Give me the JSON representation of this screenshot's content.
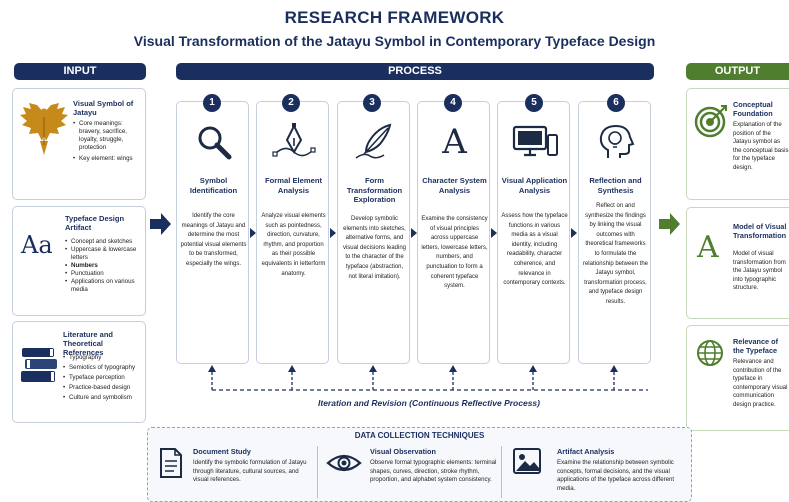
{
  "title": "RESEARCH FRAMEWORK",
  "subtitle": "Visual Transformation of the Jatayu Symbol in Contemporary Typeface Design",
  "sections": {
    "input": "INPUT",
    "process": "PROCESS",
    "output": "OUTPUT"
  },
  "colors": {
    "navy": "#1b2f5e",
    "green": "#4f7e2e",
    "gold": "#c68a1a"
  },
  "inputs": [
    {
      "title": "Visual Symbol of Jatayu",
      "icon": "eagle-icon",
      "bullets": [
        "Core meanings: bravery, sacrifice, loyalty, struggle, protection",
        "Key element: wings"
      ]
    },
    {
      "title": "Typeface Design Artifact",
      "icon": "aa-letter-icon",
      "icon_text": "Aa",
      "bullets": [
        "Concept and sketches",
        "Uppercase & lowercase letters",
        "Numbers",
        "Punctuation",
        "Applications on various media"
      ]
    },
    {
      "title": "Literature and Theoretical References",
      "icon": "books-icon",
      "bullets": [
        "Typography",
        "Semiotics of typography",
        "Typeface perception",
        "Practice-based design",
        "Culture and symbolism"
      ]
    }
  ],
  "steps": [
    {
      "number": "1",
      "title": "Symbol Identification",
      "icon": "magnifier-icon",
      "description": "Identify the core meanings of Jatayu and determine the most potential visual elements to be transformed, especially the wings."
    },
    {
      "number": "2",
      "title": "Formal Element Analysis",
      "icon": "pen-nib-icon",
      "description": "Analyze visual elements such as pointedness, direction, curvature, rhythm, and proportion as their possible equivalents in letterform anatomy."
    },
    {
      "number": "3",
      "title": "Form Transformation Exploration",
      "icon": "feather-icon",
      "description": "Develop symbolic elements into sketches, alternative forms, and visual decisions leading to the character of the typeface (abstraction, not literal imitation)."
    },
    {
      "number": "4",
      "title": "Character System Analysis",
      "icon": "letter-a-icon",
      "icon_text": "A",
      "description": "Examine the consistency of visual principles across uppercase letters, lowercase letters, numbers, and punctuation to form a coherent typeface system."
    },
    {
      "number": "5",
      "title": "Visual Application Analysis",
      "icon": "devices-icon",
      "description": "Assess how the typeface functions in various media as a visual identity, including readability, character coherence, and relevance in contemporary contexts."
    },
    {
      "number": "6",
      "title": "Reflection and Synthesis",
      "icon": "lightbulb-head-icon",
      "description": "Reflect on and synthesize the findings by linking the visual outcomes with theoretical frameworks to formulate the relationship between the Jatayu symbol, transformation process, and typeface design results."
    }
  ],
  "outputs": [
    {
      "title": "Conceptual Foundation",
      "icon": "target-icon",
      "description": "Explanation of the position of the Jatayu symbol as the conceptual basis for the typeface design."
    },
    {
      "title": "Model of Visual Transformation",
      "icon": "letter-a-green-icon",
      "icon_text": "A",
      "description": "Model of visual transformation from the Jatayu symbol into typographic structure."
    },
    {
      "title": "Relevance of the Typeface",
      "icon": "globe-icon",
      "description": "Relevance and contribution of the typeface in contemporary visual communication design practice."
    }
  ],
  "iteration": "Iteration and Revision (Continuous Reflective Process)",
  "data_collection": {
    "title": "DATA COLLECTION TECHNIQUES",
    "items": [
      {
        "title": "Document Study",
        "icon": "document-icon",
        "description": "Identify the symbolic formulation of Jatayu through literature, cultural sources, and visual references."
      },
      {
        "title": "Visual Observation",
        "icon": "eye-icon",
        "description": "Observe formal typographic elements: terminal shapes, curves, direction, stroke rhythm, proportion, and alphabet system consistency."
      },
      {
        "title": "Artifact Analysis",
        "icon": "image-icon",
        "description": "Examine the relationship between symbolic concepts, formal decisions, and the visual applications of the typeface across different media."
      }
    ]
  }
}
